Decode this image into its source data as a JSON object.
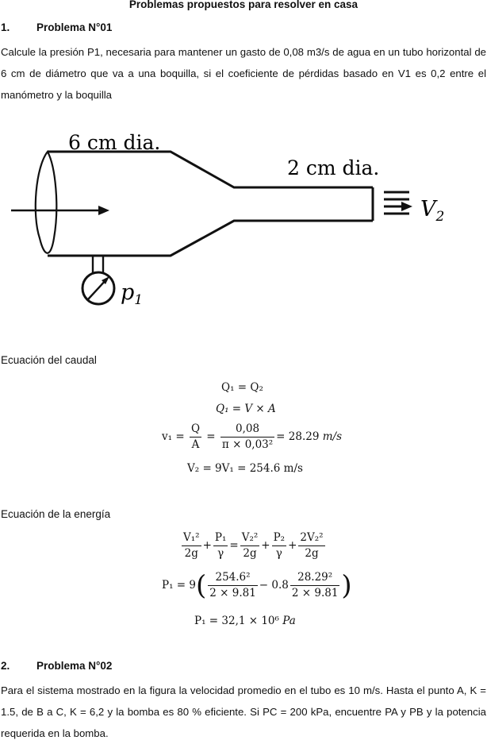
{
  "document": {
    "title": "Problemas propuestos para resolver en casa",
    "problem1": {
      "number": "1.",
      "heading": "Problema N°01",
      "statement": "Calcule la presión P1, necesaria para mantener un gasto de 0,08 m3/s de agua en un tubo horizontal de 6 cm de diámetro que va a una boquilla, si el coeficiente de pérdidas basado en V1 es 0,2 entre el manómetro y la boquilla"
    },
    "figure": {
      "label_d1": "6 cm dia.",
      "label_d2": "2 cm dia.",
      "label_v2": "V",
      "label_v2_sub": "2",
      "label_p1": "p",
      "label_p1_sub": "1"
    },
    "caudal": {
      "label": "Ecuación del caudal",
      "eq1": "Q₁ = Q₂",
      "eq2_lhs": "Q₁ = ",
      "eq2_rhs": "V × A",
      "eq3_lhs": "v₁ = ",
      "eq3_f1_num": "Q",
      "eq3_f1_den": "A",
      "eq3_f2_num": "0,08",
      "eq3_f2_den": "π × 0,03²",
      "eq3_result": "= 28.29 ",
      "eq3_unit": "m/s",
      "eq4": "V₂ = 9V₁ = 254.6 m/s"
    },
    "energia": {
      "label": "Ecuación de la energía",
      "eq1_t1_num": "V₁²",
      "eq1_t1_den": "2g",
      "eq1_t2_num": "P₁",
      "eq1_t2_den": "γ",
      "eq1_t3_num": "V₂²",
      "eq1_t3_den": "2g",
      "eq1_t4_num": "P₂",
      "eq1_t4_den": "γ",
      "eq1_t5_num": "2V₂²",
      "eq1_t5_den": "2g",
      "eq2_lhs": "P₁ = 9",
      "eq2_f1_num": "254.6²",
      "eq2_f1_den": "2 × 9.81",
      "eq2_mid": "− 0.8",
      "eq2_f2_num": "28.29²",
      "eq2_f2_den": "2 × 9.81",
      "eq3_lhs": "P₁ = 32,1 × 10⁶ ",
      "eq3_unit": "Pa"
    },
    "problem2": {
      "number": "2.",
      "heading": "Problema N°02",
      "statement": "Para el sistema mostrado en la figura la velocidad promedio en el tubo es 10 m/s. Hasta el punto A, K = 1.5, de B a C, K = 6,2 y la bomba es 80 % eficiente. Si PC = 200 kPa, encuentre PA y PB y la potencia requerida en la bomba."
    }
  }
}
